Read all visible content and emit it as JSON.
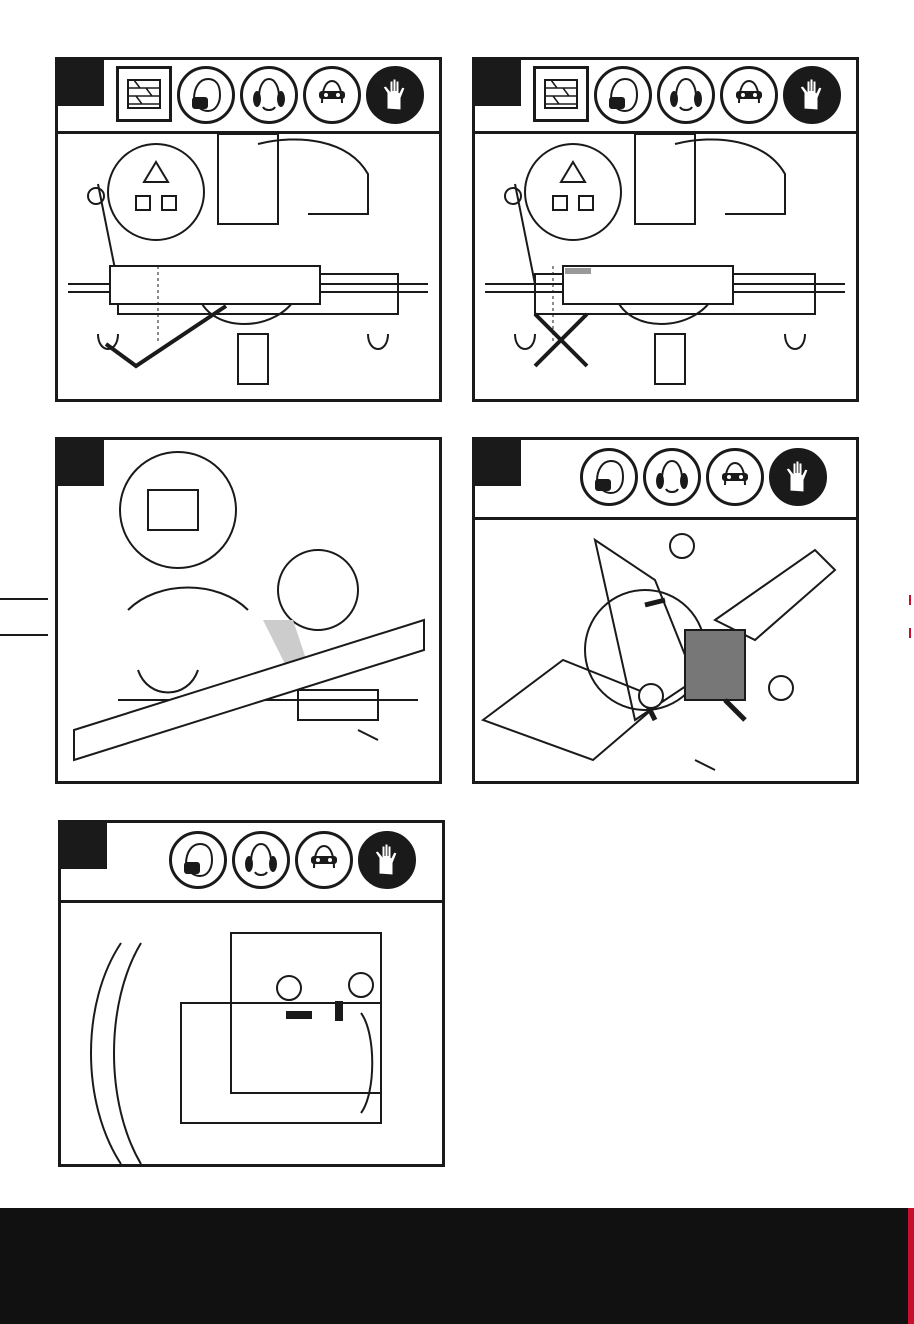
{
  "panels": [
    {
      "id": "p1",
      "step": "",
      "icons": [
        "wood-material-icon",
        "dust-mask-icon",
        "ear-protection-icon",
        "eye-protection-icon",
        "gloves-icon"
      ]
    },
    {
      "id": "p2",
      "step": "",
      "icons": [
        "wood-material-icon",
        "dust-mask-icon",
        "ear-protection-icon",
        "eye-protection-icon",
        "gloves-icon"
      ]
    },
    {
      "id": "p3",
      "step": "",
      "icons": []
    },
    {
      "id": "p4",
      "step": "",
      "icons": [
        "dust-mask-icon",
        "ear-protection-icon",
        "eye-protection-icon",
        "gloves-icon"
      ]
    },
    {
      "id": "p5",
      "step": "",
      "icons": [
        "dust-mask-icon",
        "ear-protection-icon",
        "eye-protection-icon",
        "gloves-icon"
      ]
    }
  ],
  "colors": {
    "ink": "#1a1a1a",
    "footer": "#111111",
    "accent": "#c8102e"
  }
}
